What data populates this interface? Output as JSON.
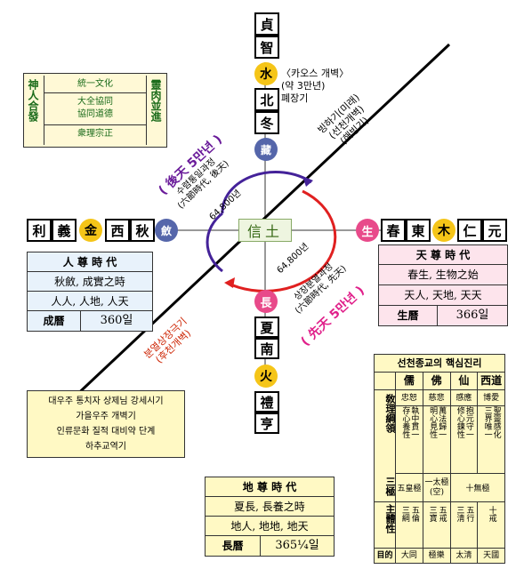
{
  "north": {
    "top1": "貞",
    "top2": "智",
    "circle": "水",
    "b1": "北",
    "b2": "冬",
    "blue": "藏"
  },
  "south": {
    "pink": "長",
    "b1": "夏",
    "b2": "南",
    "circle": "火",
    "b3": "禮",
    "b4": "亨"
  },
  "west": {
    "b1": "利",
    "b2": "義",
    "circle": "金",
    "b3": "西",
    "b4": "秋",
    "blue": "斂"
  },
  "east": {
    "pink": "生",
    "b1": "春",
    "b2": "東",
    "circle": "木",
    "b3": "仁",
    "b4": "元"
  },
  "center": "信土",
  "chaos": {
    "line1": "〈카오스 개벽〉",
    "line2": "(약 3만년)",
    "line3": "폐장기"
  },
  "diag_upper": {
    "line1": "빙하기(미래)",
    "line2": "(선천개벽)",
    "line3": "(해빙기)"
  },
  "diag_lower": {
    "line1": "분열상장극기",
    "line2": "(후천개벽)"
  },
  "houcheon": {
    "title": "( 後天 5만년 )",
    "sub1": "수렴통일과정",
    "sub2": "(六節時代, 後天)",
    "dist": "64,800년"
  },
  "seoncheon": {
    "title": "( 先天 5만년 )",
    "sub1": "상장분열과정",
    "sub2": "(六節時代, 先天)",
    "dist": "64,800년"
  },
  "left_box": {
    "v1": "神人合發",
    "v2": "靈肉並進",
    "r1": "統一文化",
    "r2a": "大全協同",
    "r2b": "協同道德",
    "r3": "衆理宗正"
  },
  "human": {
    "title": "人 尊 時 代",
    "r1": "秋斂, 成實之時",
    "r2": "人人, 人地, 人天",
    "cal": "成曆",
    "days": "360일"
  },
  "heaven": {
    "title": "天 尊 時 代",
    "r1": "春生, 生物之始",
    "r2": "天人, 天地, 天天",
    "cal": "生曆",
    "days": "366일"
  },
  "earth": {
    "title": "地 尊 時 代",
    "r1": "夏長, 長養之時",
    "r2": "地人, 地地, 地天",
    "cal": "長曆",
    "days": "365¼일"
  },
  "note": {
    "l1": "대우주 통치자 상제님 강세시기",
    "l2": "가을우주 개벽기",
    "l3": "인류문화 질적 대비약 단계",
    "l4": "하추교역기"
  },
  "core": {
    "title": "선천종교의 핵심진리",
    "cols": [
      "儒",
      "佛",
      "仙",
      "西道"
    ],
    "r1": [
      "忠恕",
      "慈悲",
      "感應",
      "博愛"
    ],
    "label2": "敎理綱領",
    "r2": [
      "存心養性",
      "執中貫一",
      "明心見性",
      "萬法歸一",
      "修心鍊性",
      "抱元守一",
      "三界唯一",
      "聖靈感化"
    ],
    "label3": "三極",
    "r3": [
      "五皇極",
      "一太極(空)",
      "十無極"
    ],
    "label4": "主體性",
    "r4": [
      "三綱",
      "五倫",
      "三寶",
      "五戒",
      "三淸",
      "五行",
      "十戒"
    ],
    "label5": "目的",
    "r5": [
      "大同",
      "極樂",
      "太淸",
      "天國"
    ]
  }
}
